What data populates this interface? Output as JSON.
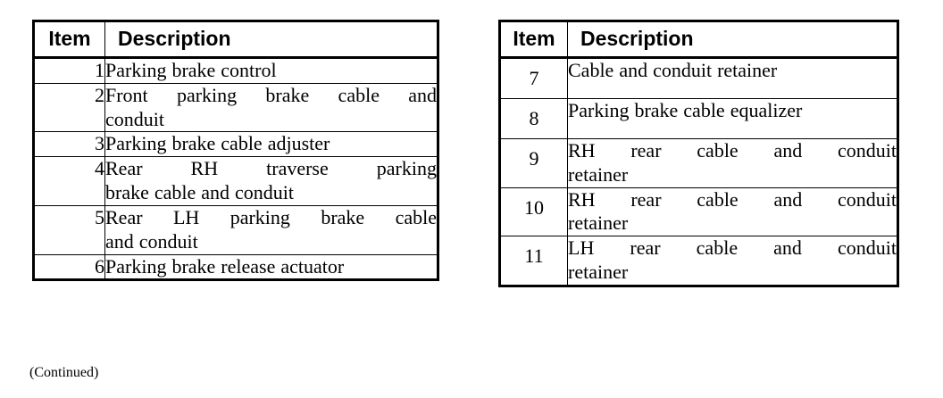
{
  "document": {
    "continued_note": "(Continued)"
  },
  "tables": [
    {
      "id": "left",
      "headers": {
        "item": "Item",
        "description": "Description"
      },
      "rows": [
        {
          "item": "1",
          "lines": [
            "Parking brake control"
          ]
        },
        {
          "item": "2",
          "lines": [
            "Front parking brake cable and",
            "conduit"
          ]
        },
        {
          "item": "3",
          "lines": [
            "Parking brake cable adjuster"
          ]
        },
        {
          "item": "4",
          "lines": [
            "Rear RH traverse parking",
            "brake cable and conduit"
          ]
        },
        {
          "item": "5",
          "lines": [
            "Rear LH parking brake cable",
            "and conduit"
          ]
        },
        {
          "item": "6",
          "lines": [
            "Parking brake release actuator"
          ]
        }
      ]
    },
    {
      "id": "right",
      "headers": {
        "item": "Item",
        "description": "Description"
      },
      "rows": [
        {
          "item": "7",
          "lines": [
            "Cable and conduit retainer"
          ]
        },
        {
          "item": "8",
          "lines": [
            "Parking brake cable equalizer"
          ]
        },
        {
          "item": "9",
          "lines": [
            "RH rear cable and conduit",
            "retainer"
          ]
        },
        {
          "item": "10",
          "lines": [
            "RH rear cable and conduit",
            "retainer"
          ]
        },
        {
          "item": "11",
          "lines": [
            "LH rear cable and conduit",
            "retainer"
          ]
        }
      ]
    }
  ],
  "colors": {
    "background": "#ffffff",
    "text": "#000000",
    "border": "#000000"
  }
}
